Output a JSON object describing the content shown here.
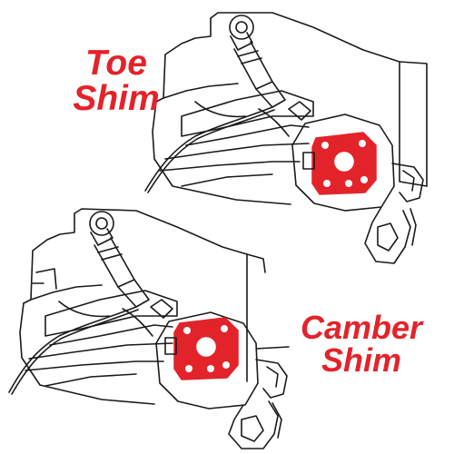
{
  "labels": {
    "toe": [
      "Toe",
      "Shim"
    ],
    "camber": [
      "Camber",
      "Shim"
    ]
  },
  "colors": {
    "shim": "#e3232a",
    "label": "#e3232a",
    "line": "#1a1a1a",
    "background": "#ffffff"
  },
  "illustrations": [
    {
      "name": "upper-suspension-assembly",
      "shim": "toe-shim"
    },
    {
      "name": "lower-suspension-assembly",
      "shim": "camber-shim"
    }
  ]
}
